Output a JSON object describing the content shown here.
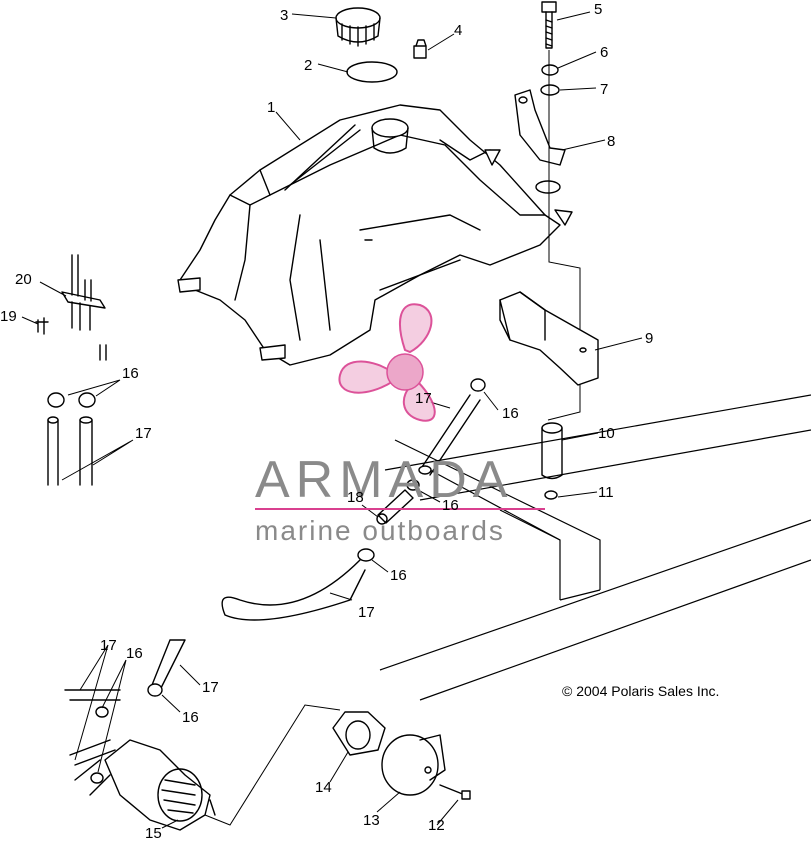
{
  "callouts": [
    "1",
    "2",
    "3",
    "4",
    "5",
    "6",
    "7",
    "8",
    "9",
    "10",
    "11",
    "12",
    "13",
    "14",
    "15",
    "16",
    "17",
    "18",
    "19",
    "20"
  ],
  "copyright": "© 2004 Polaris Sales Inc.",
  "watermark": {
    "brand": "ARMADA",
    "tagline": "marine outboards",
    "color_brand": "#8a8a8a",
    "color_logo": "#e8a6c8",
    "color_logo_dark": "#d9408f"
  }
}
